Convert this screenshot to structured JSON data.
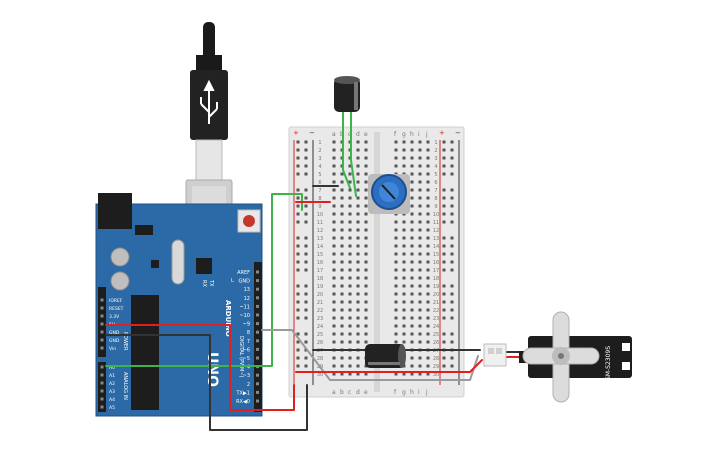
{
  "board": {
    "brand": "ARDUINO",
    "model": "UNO",
    "power_label": "POWER",
    "analog_label": "ANALOG IN",
    "digital_label": "DIGITAL (PWM~)",
    "tx_label": "TX",
    "rx_label": "RX",
    "l_label": "L",
    "digital_pins": [
      "AREF",
      "GND",
      "13",
      "12",
      "~11",
      "~10",
      "~9",
      "8",
      "7",
      "~6",
      "~5",
      "4",
      "~3",
      "2",
      "TX▶1",
      "RX◀0"
    ],
    "power_pins": [
      "IOREF",
      "RESET",
      "3.3V",
      "5V",
      "GND",
      "GND",
      "Vin"
    ],
    "analog_pins": [
      "A0",
      "A1",
      "A2",
      "A3",
      "A4",
      "A5"
    ]
  },
  "breadboard": {
    "columns_left": [
      "a",
      "b",
      "c",
      "d",
      "e"
    ],
    "columns_right": [
      "f",
      "g",
      "h",
      "i",
      "j"
    ],
    "rows": [
      "1",
      "2",
      "3",
      "4",
      "5",
      "6",
      "7",
      "8",
      "9",
      "10",
      "11",
      "12",
      "13",
      "14",
      "15",
      "16",
      "17",
      "18",
      "19",
      "20",
      "21",
      "22",
      "23",
      "24",
      "25",
      "26",
      "27",
      "28",
      "29",
      "30"
    ],
    "rail_plus": "+",
    "rail_minus": "−"
  },
  "servo": {
    "label": "SM-S2309S"
  },
  "colors": {
    "board": "#2b6aa6",
    "board_dark": "#1f5286",
    "wire_red": "#e02020",
    "wire_black": "#333333",
    "wire_green": "#3db34a",
    "wire_gray": "#9a9a9a",
    "pot": "#2c6fc2"
  }
}
